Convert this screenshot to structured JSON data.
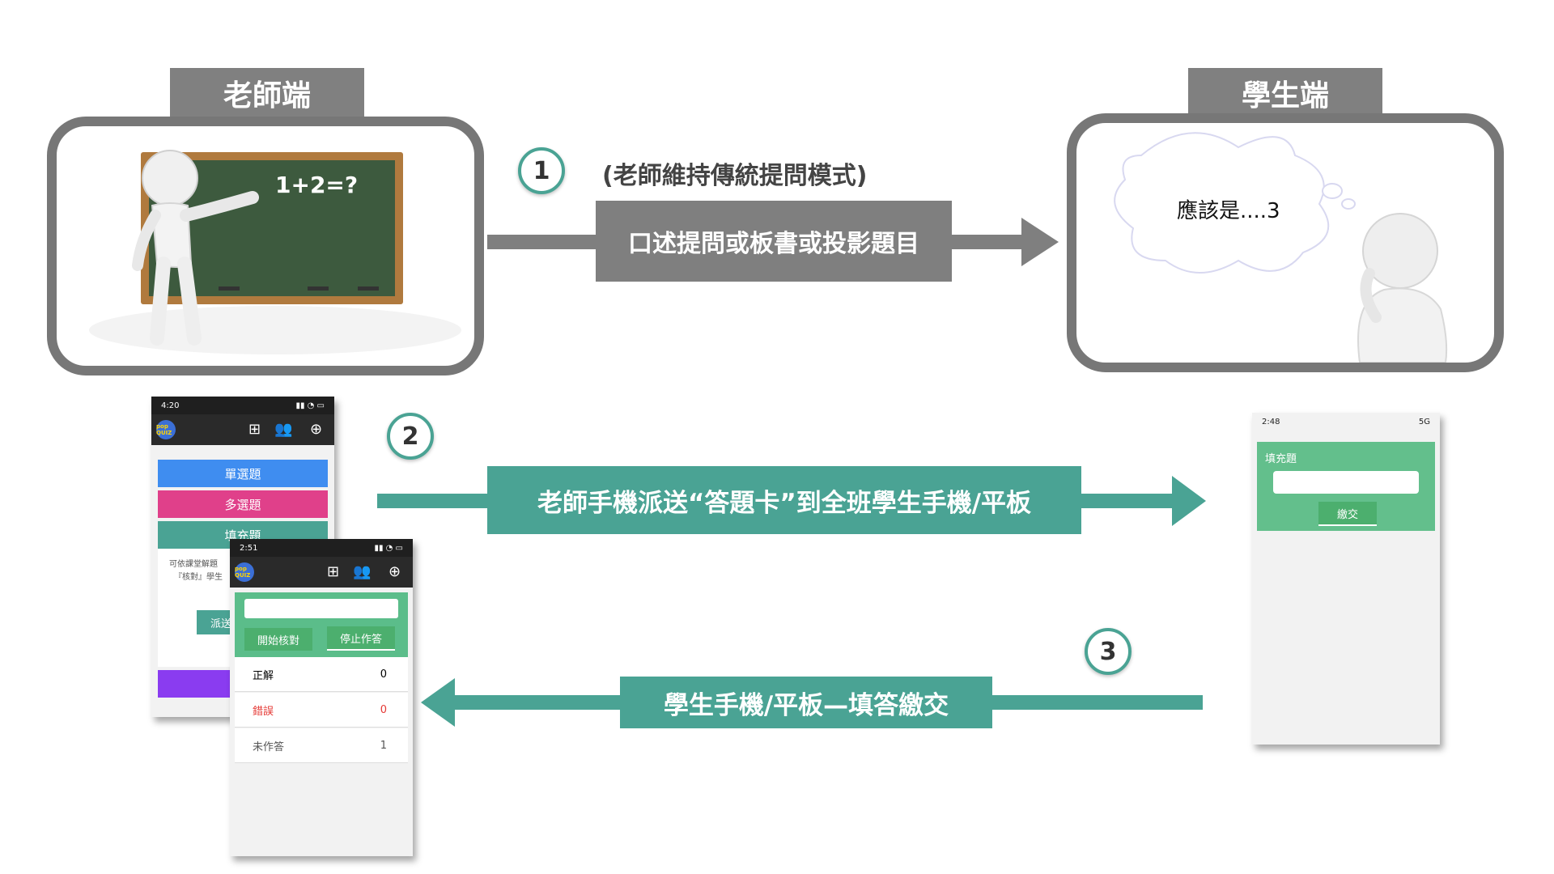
{
  "teacher_side": {
    "title": "老師端",
    "equation": "1+2=?"
  },
  "student_side": {
    "title": "學生端",
    "thought": "應該是....3"
  },
  "step1": {
    "number": "1",
    "note": "(老師維持傳統提問模式)",
    "label": "口述提問或板書或投影題目"
  },
  "step2": {
    "number": "2",
    "label": "老師手機派送“答題卡”到全班學生手機/平板"
  },
  "step3": {
    "number": "3",
    "label": "學生手機/平板—填答繳交"
  },
  "teacher_phone_back": {
    "time": "4:20",
    "logo": "pop QUIZ",
    "menu": [
      "單選題",
      "多選題",
      "填充題"
    ],
    "note_lines": [
      "可依課堂解題",
      "『核對』學生"
    ],
    "send_button": "派送"
  },
  "teacher_phone_front": {
    "time": "2:51",
    "logo": "pop QUIZ",
    "input_value": "",
    "buttons": [
      "開始核對",
      "停止作答"
    ],
    "results": [
      {
        "label": "正解",
        "count": "0"
      },
      {
        "label": "錯誤",
        "count": "0"
      },
      {
        "label": "未作答",
        "count": "1"
      }
    ]
  },
  "student_phone": {
    "time": "2:48",
    "network": "5G",
    "question_label": "填充題",
    "input_value": "",
    "submit_button": "繳交"
  },
  "colors": {
    "teal": "#4aa394",
    "gray": "#7f7f7f",
    "error": "#e53935"
  }
}
